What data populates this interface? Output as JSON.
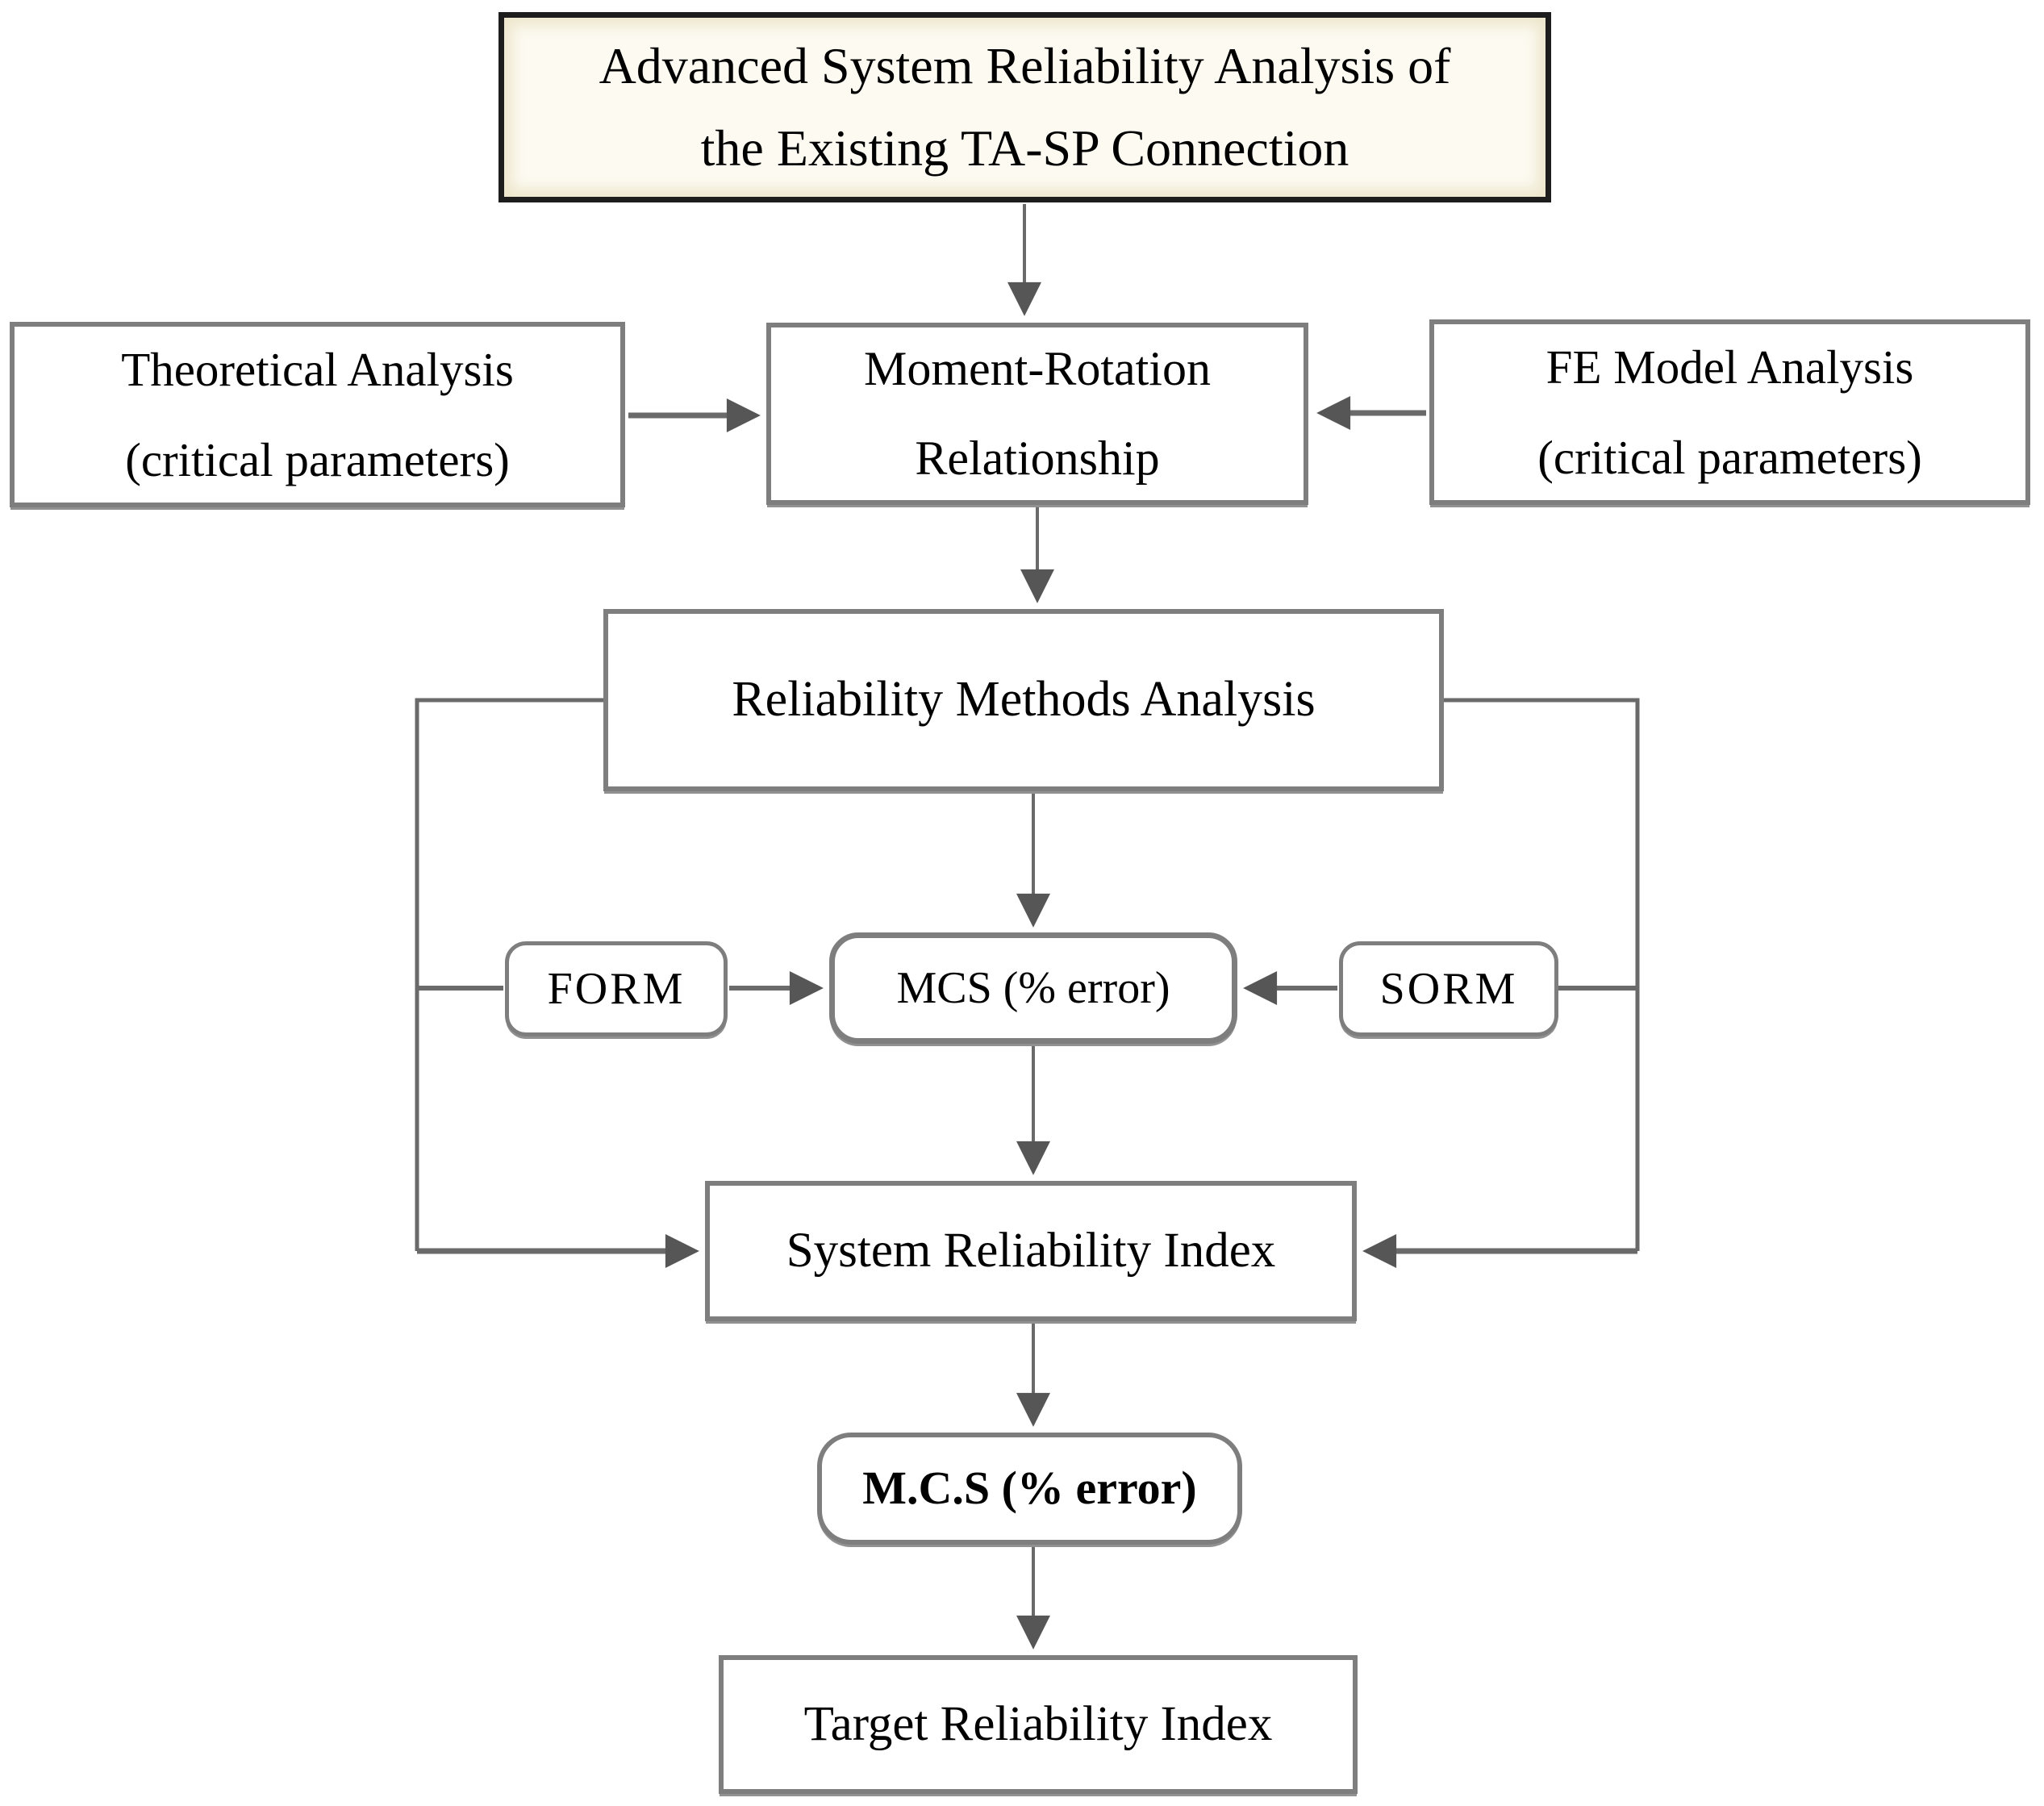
{
  "nodes": {
    "title": {
      "line1": "Advanced System Reliability Analysis of",
      "line2": "the Existing TA-SP Connection"
    },
    "theoretical_analysis": {
      "line1": "Theoretical Analysis",
      "line2": "(critical parameters)"
    },
    "moment_rotation": {
      "line1": "Moment-Rotation",
      "line2": "Relationship"
    },
    "fe_model_analysis": {
      "line1": "FE Model Analysis",
      "line2": "(critical parameters)"
    },
    "reliability_methods": {
      "label": "Reliability Methods Analysis"
    },
    "form": {
      "label": "FORM"
    },
    "mcs": {
      "label": "MCS (% error)"
    },
    "sorm": {
      "label": "SORM"
    },
    "system_reliability_index": {
      "label": "System Reliability Index"
    },
    "mcs_bold": {
      "label": "M.C.S (% error)"
    },
    "target_reliability_index": {
      "label": "Target Reliability Index"
    }
  },
  "colors": {
    "background": "#ffffff",
    "box_fill": "#ffffff",
    "box_border": "#7e7e7e",
    "title_border": "#1d1d1d",
    "title_fill": "#f6f1de",
    "connector": "#6a6a6a",
    "arrowhead": "#565656",
    "text": "#000000"
  }
}
